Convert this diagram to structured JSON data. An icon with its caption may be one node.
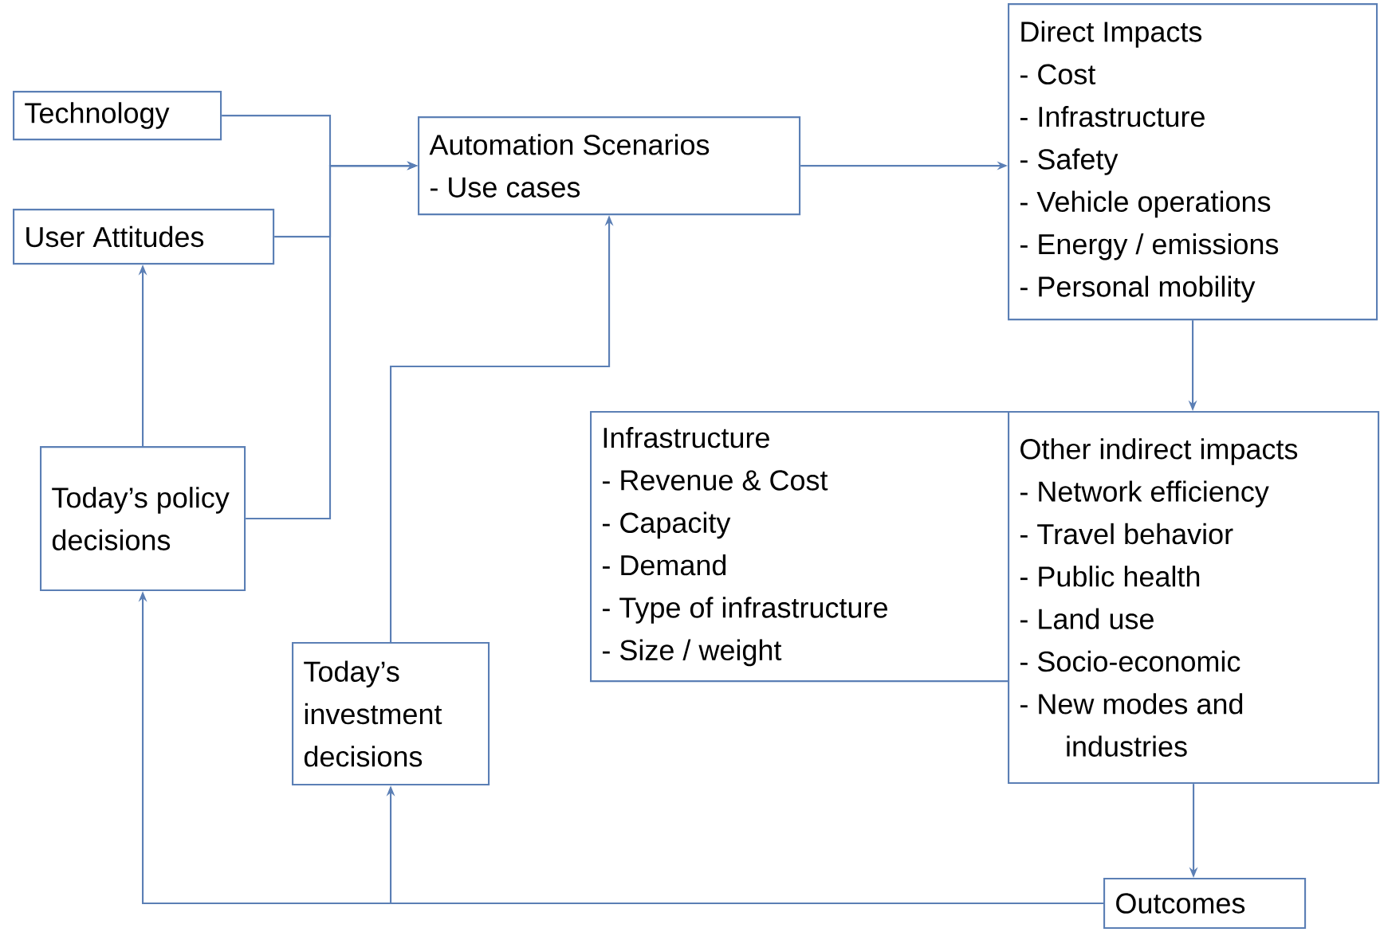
{
  "diagram": {
    "nodes": [
      {
        "text": [
          "Technology"
        ]
      },
      {
        "text": [
          "User Attitudes"
        ]
      },
      {
        "text": [
          "Automation Scenarios",
          "- Use cases"
        ]
      },
      {
        "text": [
          "Direct Impacts",
          "- Cost",
          "- Infrastructure",
          "- Safety",
          "- Vehicle operations",
          "- Energy / emissions",
          "- Personal mobility"
        ]
      },
      {
        "text": [
          "Infrastructure",
          "- Revenue & Cost",
          "- Capacity",
          "- Demand",
          "- Type of infrastructure",
          "- Size / weight"
        ]
      },
      {
        "text": [
          "Other indirect impacts",
          "- Network efficiency",
          "- Travel behavior",
          "- Public health",
          "- Land use",
          "- Socio-economic",
          "- New modes and industries"
        ]
      },
      {
        "text": [
          "Today’s policy decisions"
        ]
      },
      {
        "text": [
          "Today’s investment decisions"
        ]
      },
      {
        "text": [
          "Outcomes"
        ]
      }
    ],
    "edges": [
      {
        "from": 0,
        "to": 2,
        "arrow": "to"
      },
      {
        "from": 1,
        "to": 2,
        "arrow": "to"
      },
      {
        "from": 6,
        "to": 2,
        "arrow": "to"
      },
      {
        "from": 2,
        "to": 3,
        "arrow": "to"
      },
      {
        "from": 3,
        "to": 5,
        "arrow": "to"
      },
      {
        "from": 5,
        "to": 8,
        "arrow": "to"
      },
      {
        "from": 8,
        "to": 7,
        "arrow": "to"
      },
      {
        "from": 8,
        "to": 6,
        "arrow": "to"
      },
      {
        "from": 6,
        "to": 1,
        "arrow": "to"
      },
      {
        "from": 7,
        "to": 2,
        "arrow": "to"
      }
    ]
  }
}
